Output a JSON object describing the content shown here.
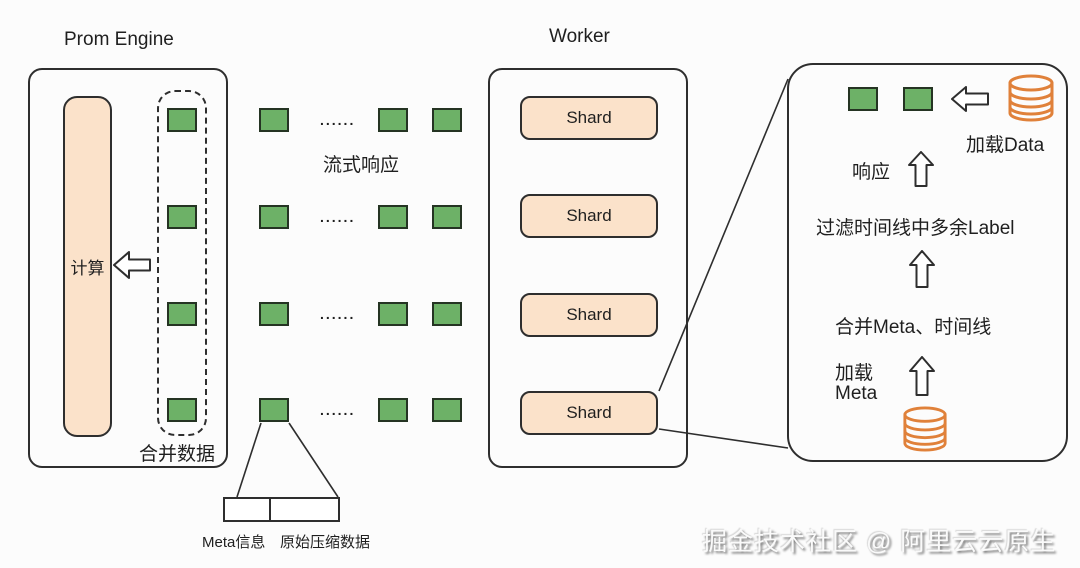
{
  "colors": {
    "background": "#fcfcfc",
    "text": "#1f1f1f",
    "line": "#2e2e2e",
    "green_fill": "#6db167",
    "green_border": "#253423",
    "peach_fill": "#fbe2ca",
    "db_orange": "#e0813a",
    "watermark_text": "#fafafa"
  },
  "prom_engine": {
    "title": "Prom Engine",
    "compute_label": "计算",
    "merge_label": "合并数据"
  },
  "stream": {
    "label": "流式响应",
    "dots": "......",
    "rows": 4,
    "columns_per_row": 3
  },
  "worker": {
    "title": "Worker",
    "shards": [
      {
        "label": "Shard"
      },
      {
        "label": "Shard"
      },
      {
        "label": "Shard"
      },
      {
        "label": "Shard"
      }
    ]
  },
  "detail": {
    "load_data_label": "加载Data",
    "response_label": "响应",
    "filter_label": "过滤时间线中多余Label",
    "merge_label": "合并Meta、时间线",
    "load_meta_line1": "加载",
    "load_meta_line2": "Meta"
  },
  "chunk": {
    "meta_label": "Meta信息",
    "raw_label": "原始压缩数据"
  },
  "watermark": "掘金技术社区 @ 阿里云云原生"
}
